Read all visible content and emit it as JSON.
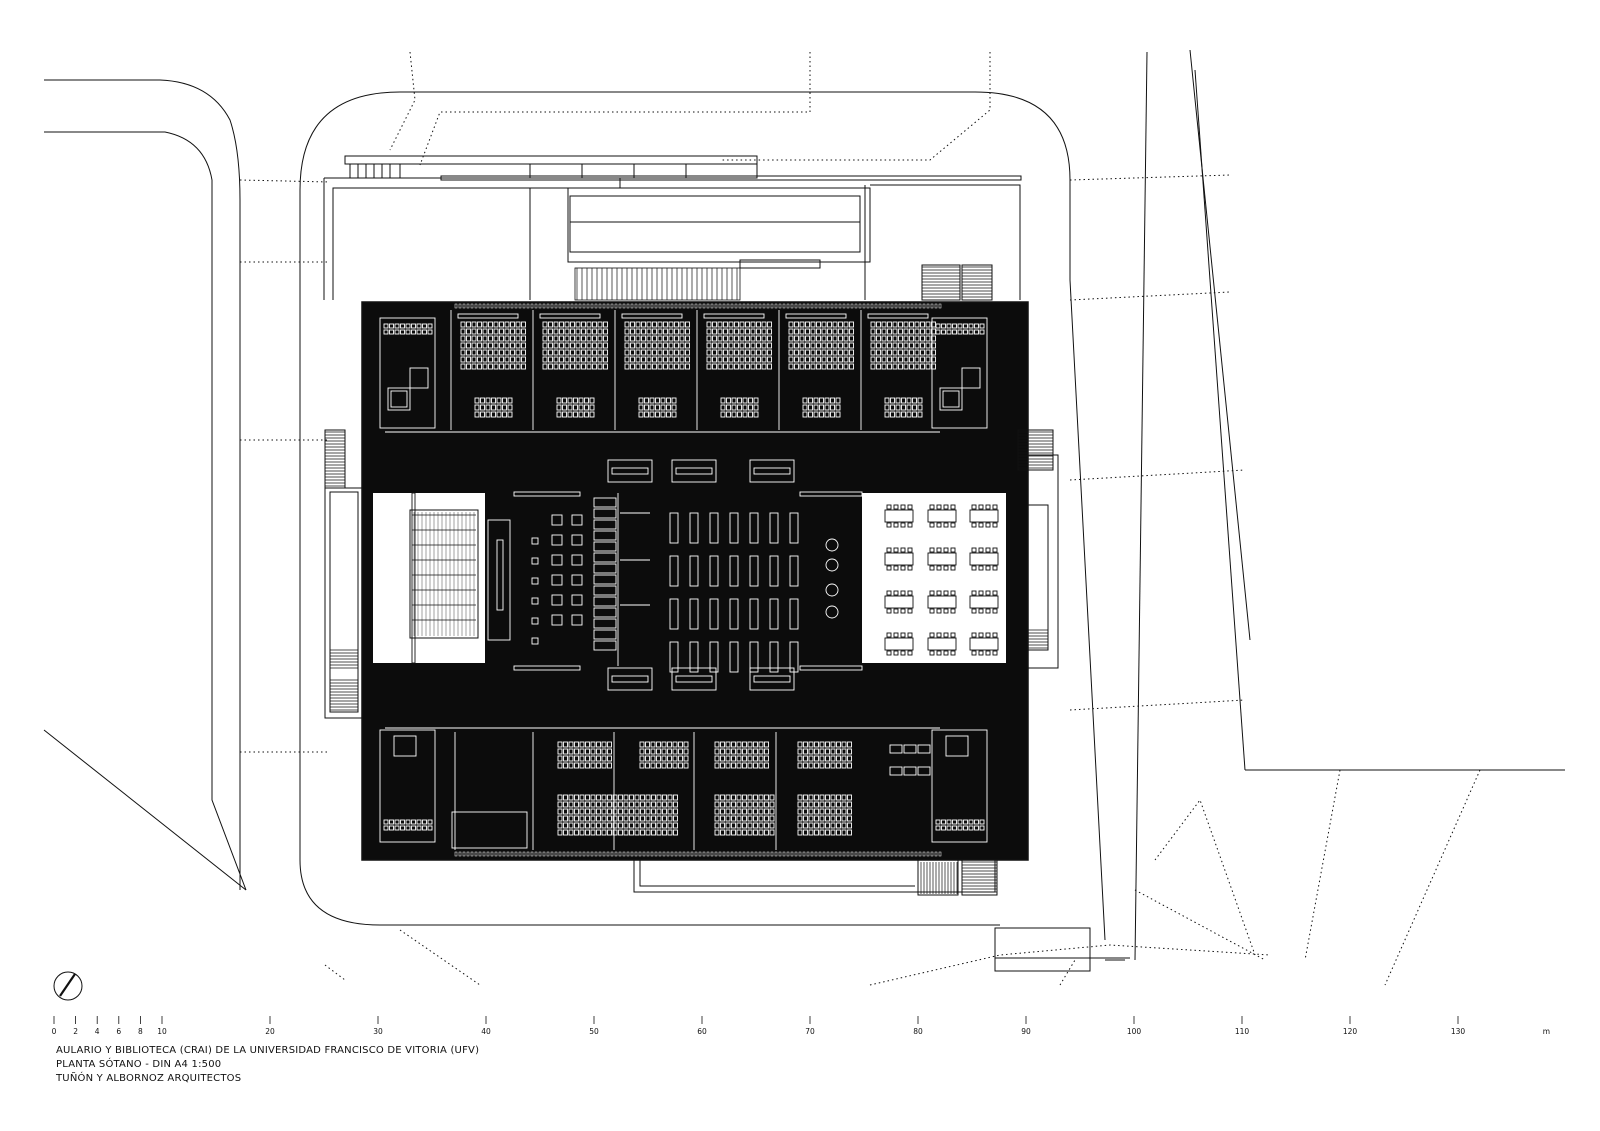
{
  "caption": {
    "line1": "AULARIO Y BIBLIOTECA (CRAI) DE LA UNIVERSIDAD FRANCISCO DE VITORIA (UFV)",
    "line2": "PLANTA SÓTANO - DIN A4 1:500",
    "line3": "TUÑÓN Y ALBORNOZ  ARQUITECTOS"
  },
  "scale_bar": {
    "labels": [
      "0",
      "2",
      "4",
      "6",
      "8",
      "10",
      "20",
      "30",
      "40",
      "50",
      "60",
      "70",
      "80",
      "90",
      "100",
      "110",
      "120",
      "130"
    ],
    "values": [
      0,
      2,
      4,
      6,
      8,
      10,
      20,
      30,
      40,
      50,
      60,
      70,
      80,
      90,
      100,
      110,
      120,
      130
    ],
    "unit": "m"
  },
  "colors": {
    "ink": "#111111",
    "fill": "#0c0c0c",
    "paper": "#ffffff"
  },
  "icons": {
    "north_arrow": "north-arrow-icon"
  }
}
